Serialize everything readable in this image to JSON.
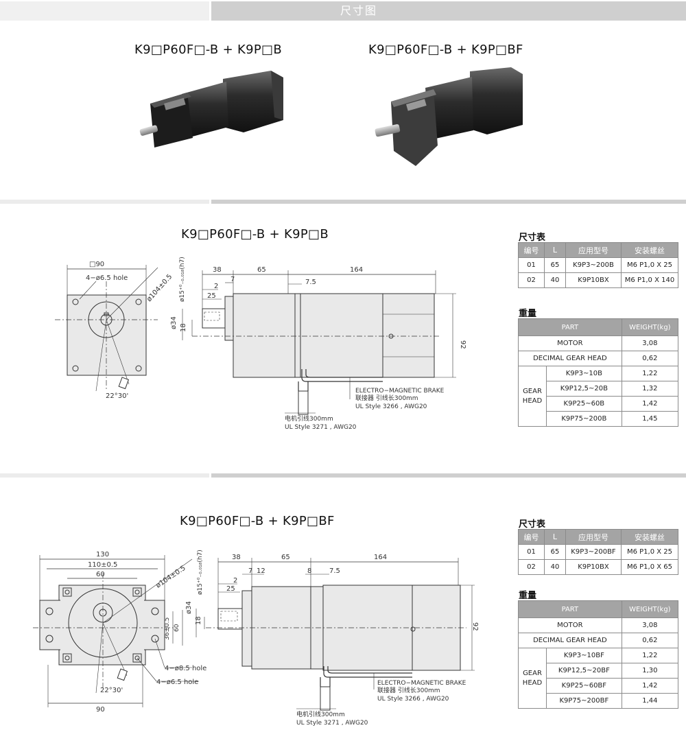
{
  "header": {
    "title": "尺寸图"
  },
  "photos": [
    {
      "title": "K9□P60F□-B + K9P□B"
    },
    {
      "title": "K9□P60F□-B + K9P□BF"
    }
  ],
  "drawing1": {
    "title": "K9□P60F□-B + K9P□B",
    "dims": {
      "sq90": "□90",
      "hole": "4−ø6.5 hole",
      "pcd": "ø104±0.5",
      "shaft": "ø15⁺⁰₋₀.₀₁₈(h7)",
      "d38": "38",
      "d65": "65",
      "d164": "164",
      "d7": "7",
      "d2": "2",
      "d25": "25",
      "d75": "7.5",
      "d34": "ø34",
      "d18": "18",
      "d92": "92",
      "angle": "22°30'"
    },
    "brake": {
      "l1": "ELECTRO−MAGNETIC BRAKE",
      "l2": "联接器 引线长300mm",
      "l3": "UL Style 3266 , AWG20"
    },
    "motor": {
      "l1": "电机引线300mm",
      "l2": "UL Style 3271 , AWG20"
    }
  },
  "drawing2": {
    "title": "K9□P60F□-B + K9P□BF",
    "dims": {
      "d130": "130",
      "d110": "110±0.5",
      "d60": "60",
      "d90": "90",
      "hole85": "4−ø8.5 hole",
      "hole65": "4−ø6.5 hole",
      "pcd": "ø104±0.5",
      "shaft": "ø15⁺⁰₋₀.₀₁₈(h7)",
      "d38": "38",
      "d65": "65",
      "d164": "164",
      "d7": "7",
      "d12": "12",
      "d2": "2",
      "d25": "25",
      "d8": "8",
      "d75": "7.5",
      "d34": "ø34",
      "d18": "18",
      "d36": "36±0.5",
      "d60v": "60",
      "d92": "92",
      "angle": "22°30'"
    },
    "brake": {
      "l1": "ELECTRO−MAGNETIC BRAKE",
      "l2": "联接器 引线长300mm",
      "l3": "UL Style 3266 , AWG20"
    },
    "motor": {
      "l1": "电机引线300mm",
      "l2": "UL Style 3271 , AWG20"
    }
  },
  "tables": [
    {
      "spec_title": "尺寸表",
      "spec_headers": [
        "编号",
        "L",
        "应用型号",
        "安装螺丝"
      ],
      "spec_rows": [
        [
          "01",
          "65",
          "K9P3~200B",
          "M6 P1,0 X 25"
        ],
        [
          "02",
          "40",
          "K9P10BX",
          "M6 P1,0 X 140"
        ]
      ],
      "weight_title": "重量",
      "weight_headers": [
        "PART",
        "WEIGHT(kg)"
      ],
      "motor": [
        "MOTOR",
        "3,08"
      ],
      "decimal": [
        "DECIMAL GEAR HEAD",
        "0,62"
      ],
      "gear_label": "GEAR HEAD",
      "gear_rows": [
        [
          "K9P3~10B",
          "1,22"
        ],
        [
          "K9P12,5~20B",
          "1,32"
        ],
        [
          "K9P25~60B",
          "1,42"
        ],
        [
          "K9P75~200B",
          "1,45"
        ]
      ]
    },
    {
      "spec_title": "尺寸表",
      "spec_headers": [
        "编号",
        "L",
        "应用型号",
        "安装螺丝"
      ],
      "spec_rows": [
        [
          "01",
          "65",
          "K9P3~200BF",
          "M6 P1,0 X 25"
        ],
        [
          "02",
          "40",
          "K9P10BX",
          "M6 P1,0 X 65"
        ]
      ],
      "weight_title": "重量",
      "weight_headers": [
        "PART",
        "WEIGHT(kg)"
      ],
      "motor": [
        "MOTOR",
        "3,08"
      ],
      "decimal": [
        "DECIMAL GEAR HEAD",
        "0,62"
      ],
      "gear_label": "GEAR HEAD",
      "gear_rows": [
        [
          "K9P3~10BF",
          "1,22"
        ],
        [
          "K9P12,5~20BF",
          "1,30"
        ],
        [
          "K9P25~60BF",
          "1,42"
        ],
        [
          "K9P75~200BF",
          "1,44"
        ]
      ]
    }
  ]
}
